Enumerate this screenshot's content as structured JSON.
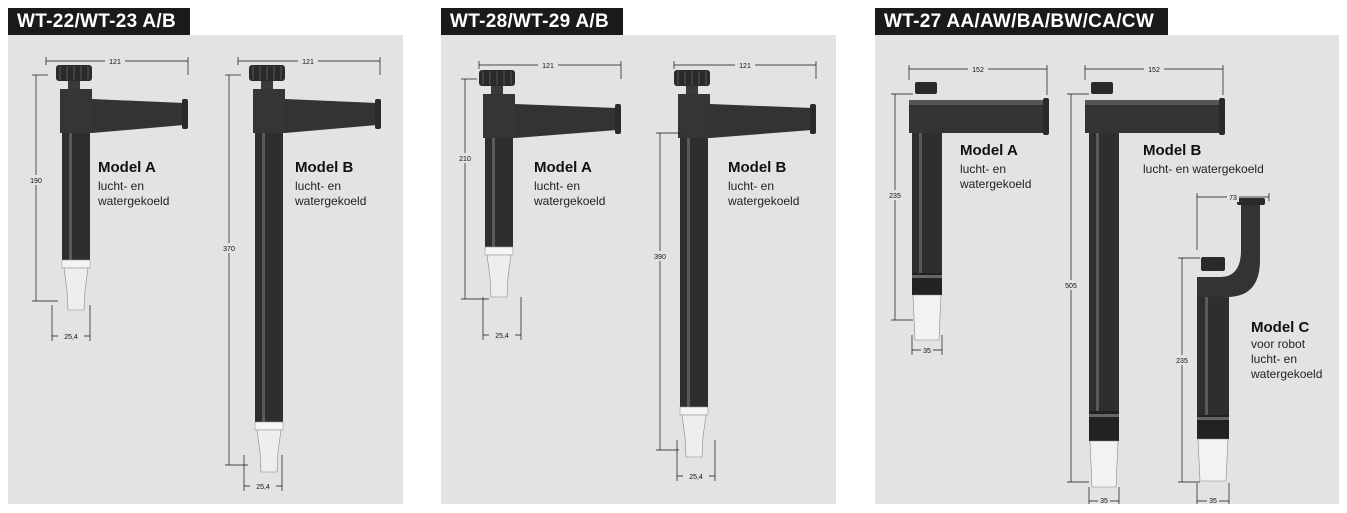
{
  "panels": [
    {
      "title": "WT-22/WT-23 A/B",
      "models": [
        {
          "name": "Model A",
          "lines": [
            "lucht- en",
            "watergekoeld"
          ]
        },
        {
          "name": "Model B",
          "lines": [
            "lucht- en",
            "watergekoeld"
          ]
        }
      ],
      "dims": {
        "widthA": "121",
        "widthB": "121",
        "heightA": "190",
        "heightB": "370",
        "diaA": "25,4",
        "diaB": "25,4"
      }
    },
    {
      "title": "WT-28/WT-29 A/B",
      "models": [
        {
          "name": "Model A",
          "lines": [
            "lucht- en",
            "watergekoeld"
          ]
        },
        {
          "name": "Model B",
          "lines": [
            "lucht- en",
            "watergekoeld"
          ]
        }
      ],
      "dims": {
        "widthA": "121",
        "widthB": "121",
        "heightA": "210",
        "heightB": "390",
        "diaA": "25,4",
        "diaB": "25,4"
      }
    },
    {
      "title": "WT-27 AA/AW/BA/BW/CA/CW",
      "models": [
        {
          "name": "Model A",
          "lines": [
            "lucht- en",
            "watergekoeld"
          ]
        },
        {
          "name": "Model B",
          "lines": [
            "lucht- en watergekoeld"
          ]
        },
        {
          "name": "Model C",
          "lines": [
            "voor robot",
            "lucht- en",
            "watergekoeld"
          ]
        }
      ],
      "dims": {
        "widthA": "152",
        "widthB": "152",
        "widthC": "73",
        "heightA": "235",
        "heightB": "505",
        "heightC": "235",
        "diaA": "35",
        "diaB": "35",
        "diaC": "35"
      }
    }
  ],
  "colors": {
    "panel_bg": "#e3e3e3",
    "title_bg": "#1a1a1a",
    "torch_body": "#333333"
  }
}
